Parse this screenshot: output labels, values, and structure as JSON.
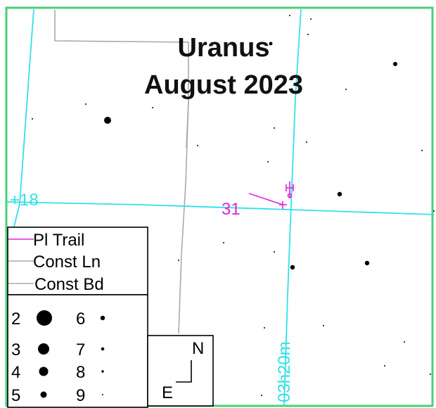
{
  "title": {
    "line1": "Uranus",
    "line2": "August 2023"
  },
  "colors": {
    "grid": "#33e0e8",
    "frame": "#4ad07a",
    "constellation": "#aaaaaa",
    "trail": "#e020e0",
    "ink": "#000000"
  },
  "grid_labels": {
    "declination": "+18",
    "right_ascension": "03h20m"
  },
  "trail_date": "31",
  "planet_symbol": "uranus-glyph",
  "legend": {
    "lines": [
      {
        "label": "Pl Trail",
        "kind": "trail"
      },
      {
        "label": "Const Ln",
        "kind": "constellation"
      },
      {
        "label": "Const Bd",
        "kind": "constellation"
      }
    ],
    "magnitudes": [
      "2",
      "3",
      "4",
      "5",
      "6",
      "7",
      "8",
      "9"
    ]
  },
  "compass": {
    "north": "N",
    "east": "E"
  }
}
